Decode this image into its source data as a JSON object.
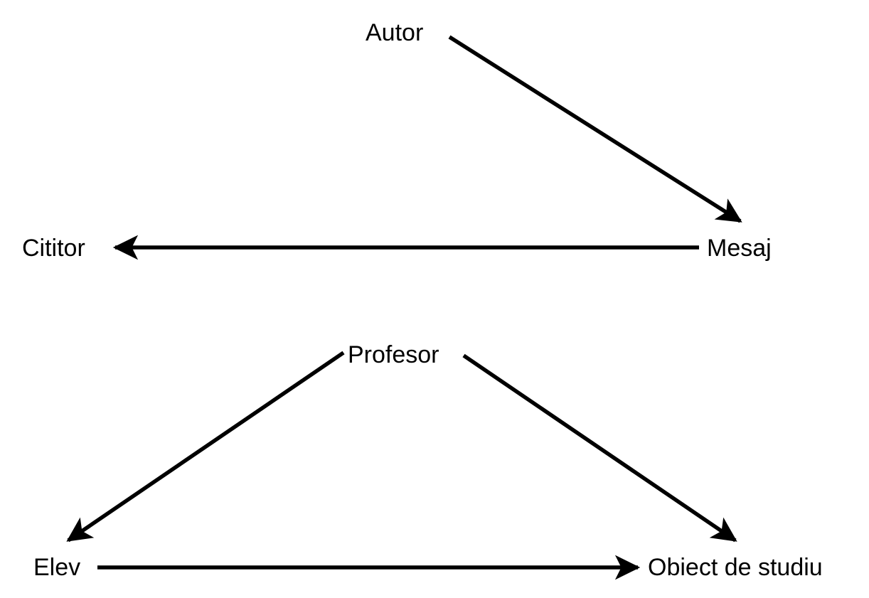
{
  "page": {
    "background_color": "#ffffff",
    "line_color": "#000000",
    "text_color": "#000000"
  },
  "diagrams": [
    {
      "id": "communication-model",
      "nodes": [
        {
          "id": "autor",
          "label": "Autor"
        },
        {
          "id": "mesaj",
          "label": "Mesaj"
        },
        {
          "id": "cititor",
          "label": "Cititor"
        }
      ],
      "edges": [
        {
          "from": "autor",
          "to": "mesaj",
          "direction": "down-right",
          "arrowhead": "end"
        },
        {
          "from": "mesaj",
          "to": "cititor",
          "direction": "left",
          "arrowhead": "end"
        }
      ]
    },
    {
      "id": "didactic-model",
      "nodes": [
        {
          "id": "profesor",
          "label": "Profesor"
        },
        {
          "id": "elev",
          "label": "Elev"
        },
        {
          "id": "obiect",
          "label": "Obiect de studiu"
        }
      ],
      "edges": [
        {
          "from": "profesor",
          "to": "elev",
          "direction": "down-left",
          "arrowhead": "end"
        },
        {
          "from": "profesor",
          "to": "obiect",
          "direction": "down-right",
          "arrowhead": "end"
        },
        {
          "from": "elev",
          "to": "obiect",
          "direction": "right",
          "arrowhead": "end"
        }
      ]
    }
  ]
}
